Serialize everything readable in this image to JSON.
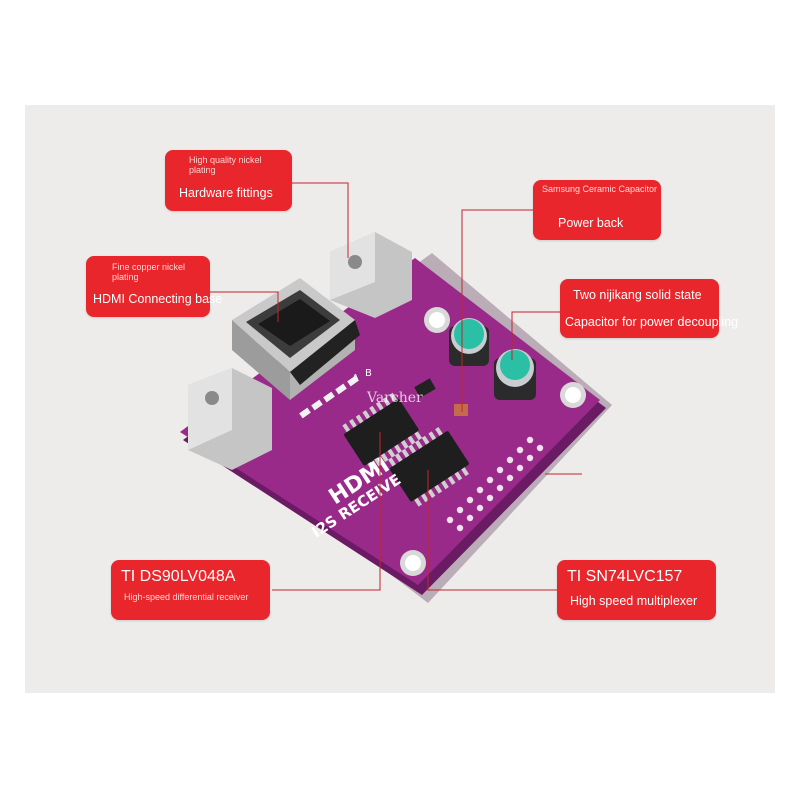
{
  "colors": {
    "callout": "#e8262b",
    "board": "#9a2a8a",
    "panel": "#eeebeb",
    "leader": "#c2262b"
  },
  "callouts": {
    "hardware": {
      "note": "High quality nickel plating",
      "label": "Hardware fittings"
    },
    "hdmi": {
      "note": "Fine copper nickel plating",
      "label": "HDMI Connecting base"
    },
    "ceramic": {
      "note": "Samsung Ceramic Capacitor",
      "label": "Power back"
    },
    "solid_state": {
      "title": "Two nijikang solid state",
      "label": "Capacitor for power decoupling"
    },
    "receiver": {
      "title": "TI DS90LV048A",
      "label": "High-speed differential receiver"
    },
    "mux": {
      "title": "TI SN74LVC157",
      "label": "High speed multiplexer"
    }
  },
  "board": {
    "silkscreen_main": "HDMI",
    "silkscreen_sub": "I2S RECEIVE",
    "silk_a": "A",
    "silk_b": "B"
  },
  "watermark": "Varcher"
}
